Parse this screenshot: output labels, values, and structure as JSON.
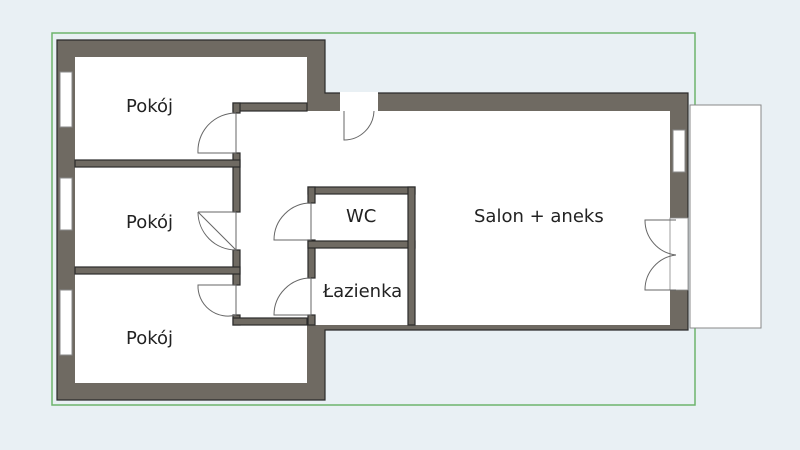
{
  "floorplan": {
    "rooms": [
      {
        "label": "Pokój"
      },
      {
        "label": "Pokój"
      },
      {
        "label": "Pokój"
      },
      {
        "label": "WC"
      },
      {
        "label": "Łazienka"
      },
      {
        "label": "Salon + aneks"
      }
    ],
    "colors": {
      "wall": "#6f6a62",
      "background": "#e9f0f4",
      "dimension_line": "#6db46d",
      "floor": "#ffffff"
    }
  }
}
